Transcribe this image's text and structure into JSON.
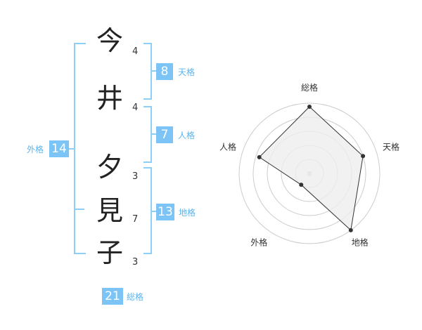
{
  "name": {
    "chars": [
      {
        "char": "今",
        "strokes": "4"
      },
      {
        "char": "井",
        "strokes": "4"
      },
      {
        "char": "夕",
        "strokes": "3"
      },
      {
        "char": "見",
        "strokes": "7"
      },
      {
        "char": "子",
        "strokes": "3"
      }
    ]
  },
  "kakusu": {
    "tenkaku": {
      "value": "8",
      "label": "天格"
    },
    "jinkaku": {
      "value": "7",
      "label": "人格"
    },
    "chikaku": {
      "value": "13",
      "label": "地格"
    },
    "gaikaku": {
      "value": "14",
      "label": "外格"
    },
    "soukaku": {
      "value": "21",
      "label": "総格"
    }
  },
  "chart_data": {
    "type": "radar",
    "axes": [
      "総格",
      "天格",
      "地格",
      "外格",
      "人格"
    ],
    "values": [
      0.95,
      0.8,
      1.0,
      0.2,
      0.75
    ],
    "range": [
      0,
      1
    ],
    "rings": 5,
    "line_color": "#333333",
    "fill_color": "#eeeeee",
    "ring_color": "#cccccc"
  }
}
